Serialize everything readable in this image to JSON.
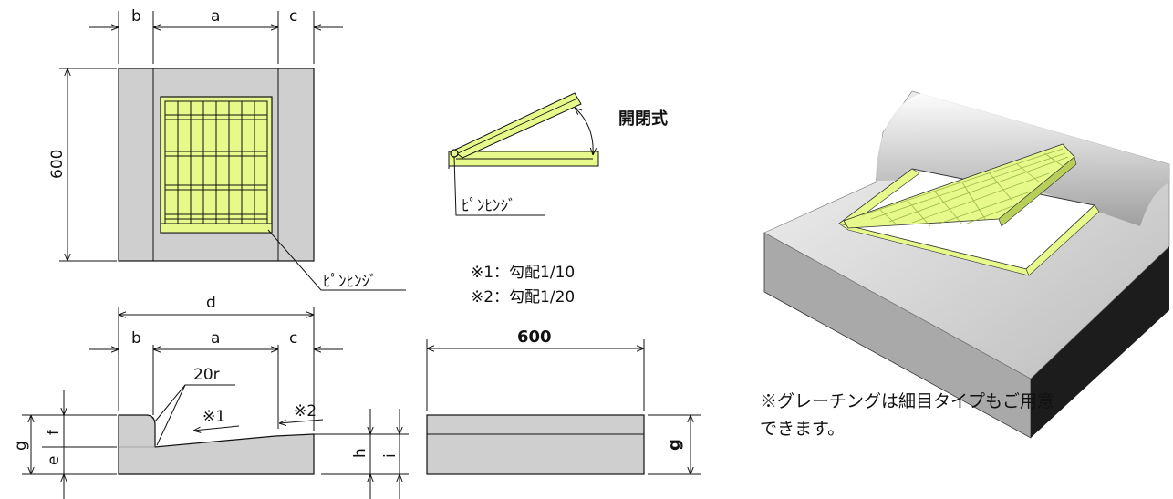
{
  "dims": {
    "a": "a",
    "b": "b",
    "c": "c",
    "d": "d",
    "e": "e",
    "f": "f",
    "g": "g",
    "h": "h",
    "i": "i",
    "r": "20r",
    "plan_height": "600",
    "side_width": "600"
  },
  "labels": {
    "hinge_top": "ﾋﾟﾝﾋﾝｼﾞ",
    "hinge_plan": "ﾋﾟﾝﾋﾝｼﾞ",
    "open_type": "開閉式",
    "mark1": "※1",
    "mark2": "※2"
  },
  "notes": {
    "slope1": "※1：勾配1/10",
    "slope2": "※2：勾配1/20"
  },
  "caption": {
    "line1": "※グレーチングは細目タイプもご用意",
    "line2": "できます。"
  },
  "colors": {
    "concrete": "#cfcfcf",
    "grating": "#e6f98a",
    "line": "#111111"
  }
}
